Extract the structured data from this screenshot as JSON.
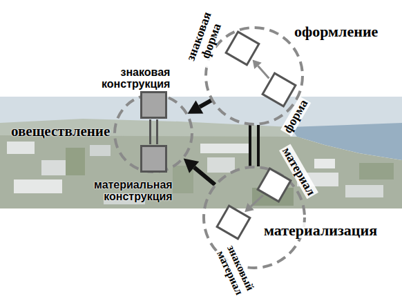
{
  "diagram": {
    "nodes": [
      {
        "text": [
          "оформление"
        ]
      },
      {
        "text": [
          "знаковая форма"
        ],
        "in": 0
      },
      {
        "text": [
          "форма"
        ],
        "in": 0
      },
      {
        "text": [
          "овеществление"
        ]
      },
      {
        "text": [
          "знаковая конструкция"
        ],
        "in": 3
      },
      {
        "text": [
          "материальная конструкция"
        ],
        "in": 3
      },
      {
        "text": [
          "материализация"
        ]
      },
      {
        "text": [
          "материал"
        ],
        "in": 6
      },
      {
        "text": [
          "знаковый материал"
        ],
        "in": 6
      }
    ],
    "edges": [
      {
        "from": 2,
        "to": 1,
        "arrow": "to"
      },
      {
        "from": 4,
        "to": 5,
        "arrow": "none"
      },
      {
        "from": 7,
        "to": 8,
        "arrow": "to"
      },
      {
        "from": 0,
        "to": 3,
        "arrow": "to"
      },
      {
        "from": 6,
        "to": 3,
        "arrow": "to"
      },
      {
        "from": 0,
        "to": 6,
        "arrow": "none"
      }
    ]
  }
}
